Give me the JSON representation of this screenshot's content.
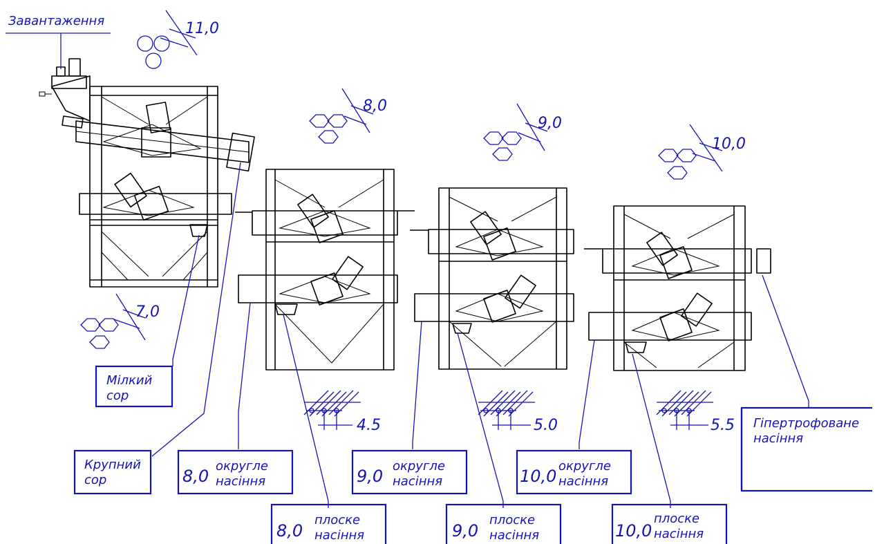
{
  "colors": {
    "ink": "#1414b4",
    "machine": "#000000",
    "background": "#ffffff"
  },
  "loading_label": "Завантаження",
  "sieves": [
    {
      "id": "s11",
      "shape": "round",
      "size": "11,0"
    },
    {
      "id": "s8",
      "shape": "hex",
      "size": "8,0"
    },
    {
      "id": "s9",
      "shape": "hex",
      "size": "9,0"
    },
    {
      "id": "s10",
      "shape": "hex",
      "size": "10,0"
    },
    {
      "id": "s7",
      "shape": "hex",
      "size": "7,0"
    }
  ],
  "slots": [
    {
      "id": "t45",
      "size": "4.5"
    },
    {
      "id": "t50",
      "size": "5.0"
    },
    {
      "id": "t55",
      "size": "5.5"
    }
  ],
  "outputs": {
    "fine_waste": {
      "line1": "Мілкий",
      "line2": "сор"
    },
    "coarse_waste": {
      "line1": "Крупний",
      "line2": "сор"
    },
    "round_8": {
      "size": "8,0",
      "line1": "округле",
      "line2": "насіння"
    },
    "round_9": {
      "size": "9,0",
      "line1": "округле",
      "line2": "насіння"
    },
    "round_10": {
      "size": "10,0",
      "line1": "округле",
      "line2": "насіння"
    },
    "flat_8": {
      "size": "8,0",
      "line1": "плоске",
      "line2": "насіння"
    },
    "flat_9": {
      "size": "9,0",
      "line1": "плоске",
      "line2": "насіння"
    },
    "flat_10": {
      "size": "10,0",
      "line1": "плоске",
      "line2": "насіння"
    },
    "hypertrophied": {
      "line1": "Гіпертрофоване",
      "line2": "насіння"
    }
  }
}
